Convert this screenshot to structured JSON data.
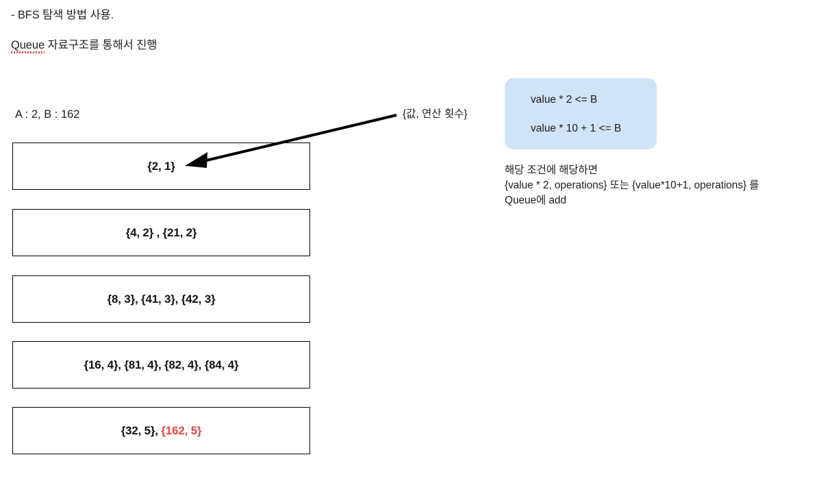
{
  "notes": {
    "bfs_line": "- BFS 탐색 방법 사용.",
    "queue_line_misspelled_word": "Queue",
    "queue_line_rest": " 자료구조를 통해서 진행"
  },
  "problem": {
    "ab_values": "A : 2, B : 162"
  },
  "arrow": {
    "label": "{값, 연산 횟수}",
    "color": "#000000"
  },
  "queue_levels": [
    {
      "name": "level-1",
      "text": "{2, 1}",
      "highlight": null
    },
    {
      "name": "level-2",
      "text": "{4, 2} , {21, 2}",
      "highlight": null
    },
    {
      "name": "level-3",
      "text": "{8, 3}, {41, 3}, {42, 3}",
      "highlight": null
    },
    {
      "name": "level-4",
      "text": "{16, 4}, {81, 4}, {82, 4}, {84, 4}",
      "highlight": null
    },
    {
      "name": "level-5",
      "text": "{32, 5}, ",
      "highlight": "{162, 5}"
    }
  ],
  "condition_panel": {
    "background": "#d0e4f7",
    "lines": [
      "value * 2 <= B",
      "value * 10 + 1 <= B"
    ]
  },
  "explanation": {
    "lines": [
      "해당 조건에 해당하면",
      "{value * 2, operations} 또는 {value*10+1, operations} 를",
      "Queue에 add"
    ]
  },
  "colors": {
    "goal_highlight": "#e8453c",
    "spellcheck_underline": "#e8453c",
    "box_border": "#000000",
    "text": "#1a1a1a"
  }
}
